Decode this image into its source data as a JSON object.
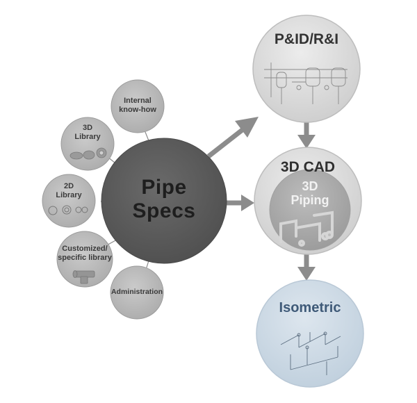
{
  "center": {
    "line1": "Pipe",
    "line2": "Specs"
  },
  "satellites": {
    "internal": {
      "line1": "Internal",
      "line2": "know-how"
    },
    "lib3d": {
      "line1": "3D",
      "line2": "Library"
    },
    "lib2d": {
      "line1": "2D",
      "line2": "Library"
    },
    "custom": {
      "line1": "Customized/",
      "line2": "specific library"
    },
    "admin": {
      "line1": "Administration"
    }
  },
  "flow": {
    "pid": {
      "label": "P&ID/R&I"
    },
    "cad": {
      "label": "3D CAD",
      "inner_line1": "3D",
      "inner_line2": "Piping"
    },
    "iso": {
      "label": "Isometric"
    }
  },
  "colors": {
    "center_fill": "#5e5e5e",
    "satellite_fill": "#bdbdbd",
    "process_fill": "#dedede",
    "arrow": "#8c8c8c",
    "iso_fill": "#cfdbe6",
    "iso_text": "#3f5a78"
  }
}
